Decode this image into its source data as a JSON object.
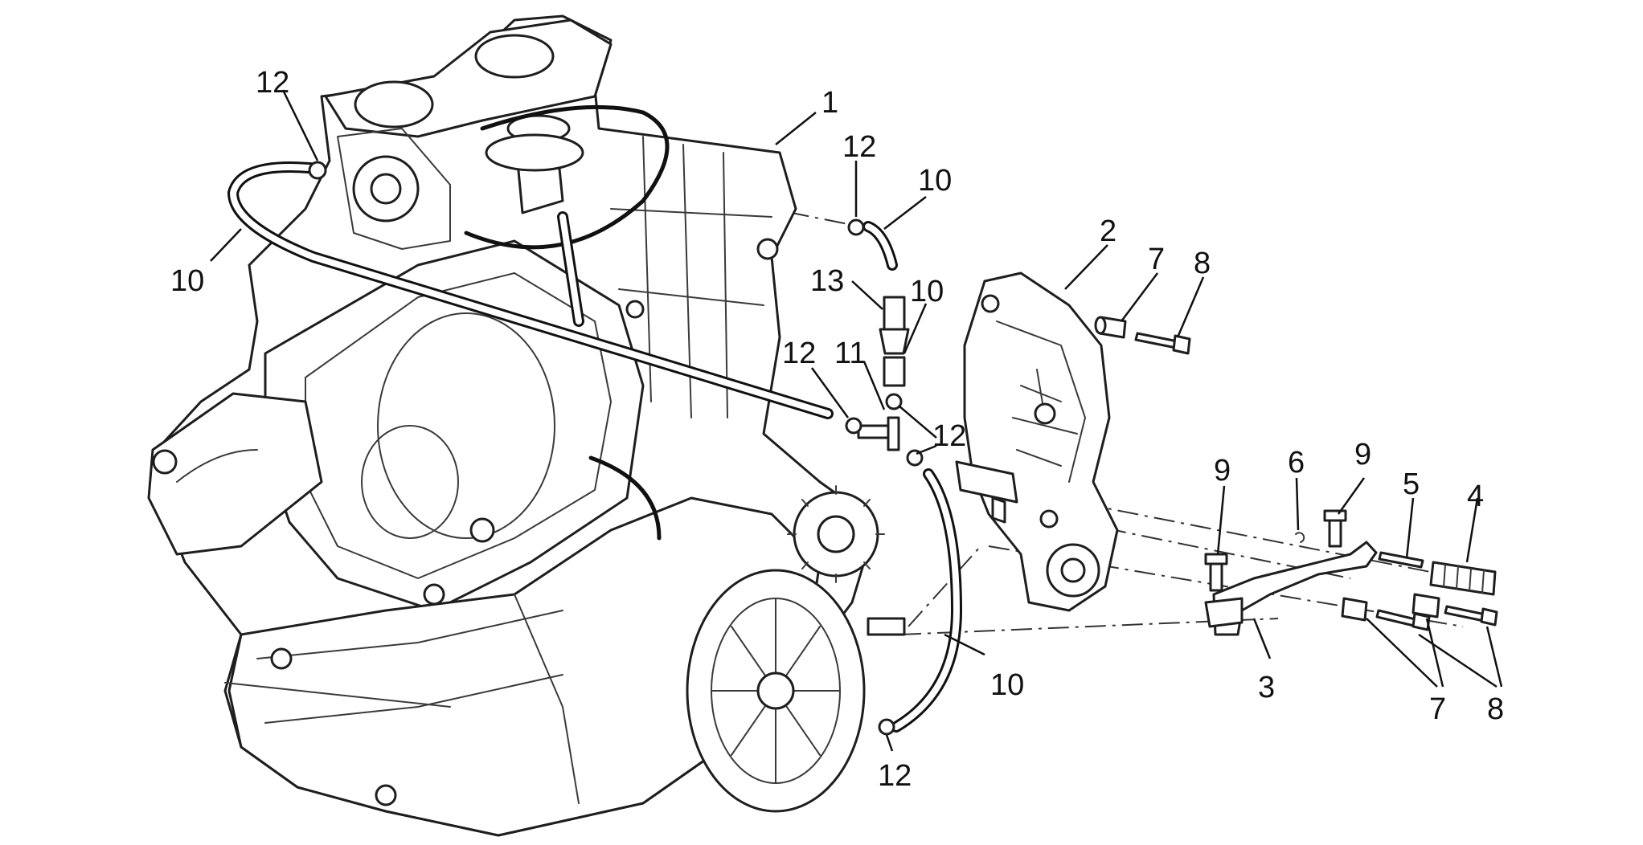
{
  "diagram": {
    "callouts": [
      "1",
      "2",
      "3",
      "4",
      "5",
      "6",
      "7",
      "7",
      "8",
      "8",
      "9",
      "9",
      "10",
      "10",
      "10",
      "10",
      "11",
      "12",
      "12",
      "12",
      "12",
      "12",
      "13"
    ]
  },
  "colors": {
    "line": "#1e1e1e",
    "background": "#ffffff"
  }
}
